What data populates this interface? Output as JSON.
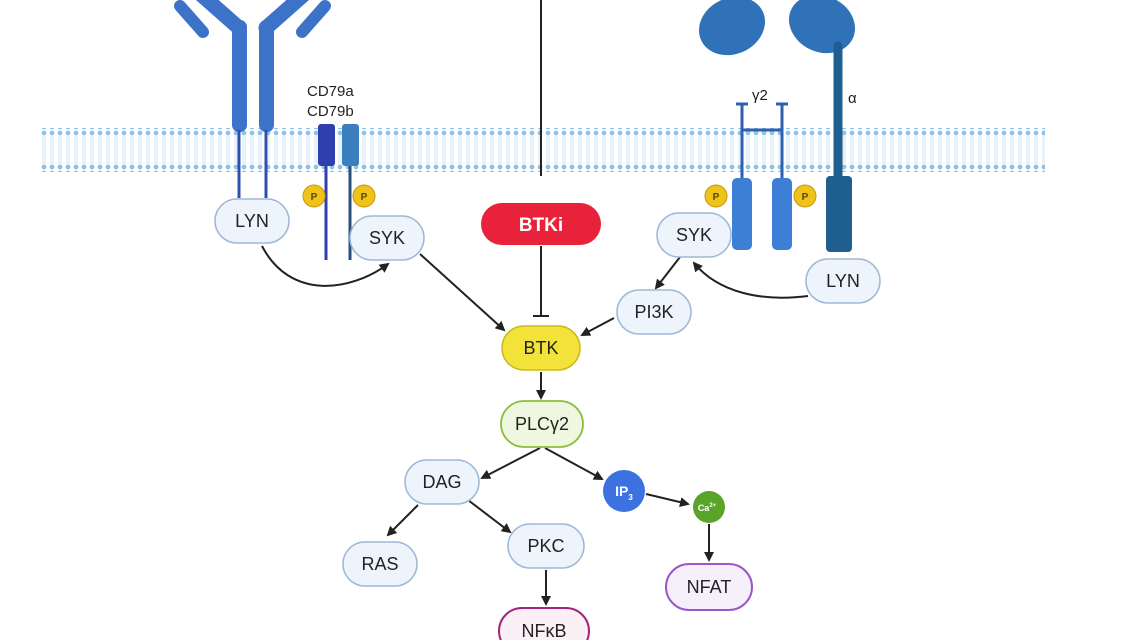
{
  "labels": {
    "cd79a": "CD79a",
    "cd79b": "CD79b",
    "gamma2": "γ2",
    "alpha": "α",
    "phospho": "P"
  },
  "nodes": {
    "lyn_left": "LYN",
    "syk_left": "SYK",
    "btki": "BTKi",
    "syk_right": "SYK",
    "lyn_right": "LYN",
    "pi3k": "PI3K",
    "btk": "BTK",
    "plcg2": "PLCγ2",
    "dag": "DAG",
    "ip3": "IP",
    "ip3_sub": "3",
    "ca": "Ca",
    "ca_sup": "2+",
    "ras": "RAS",
    "pkc": "PKC",
    "nfkb": "NFκB",
    "nfat": "NFAT"
  },
  "colors": {
    "membrane": "#8ec3e6",
    "bcr": "#3d72c9",
    "cd79a": "#2f3fae",
    "cd79b": "#3b7fbf",
    "fcr_dark": "#1f5f8f",
    "fcr_light": "#3d7fd6",
    "node_fill": "#eef4fb",
    "node_stroke": "#9fb8d8",
    "btki": "#e8223a",
    "btk": "#f2e23a",
    "plcg2_fill": "#f0f7e0",
    "plcg2_stroke": "#8cbc3c",
    "nfkb_stroke": "#a3247a",
    "nfat_stroke": "#9b57c7",
    "ip3": "#3b72e0",
    "ca": "#5aa42a",
    "phospho": "#f1c21b"
  }
}
